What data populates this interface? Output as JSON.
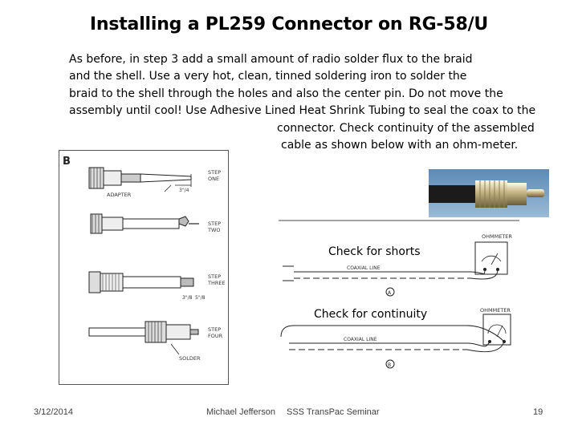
{
  "slide": {
    "title": "Installing a PL259 Connector on RG-58/U",
    "body_lines": [
      "As before, in step 3 add a small amount of radio solder flux to the braid",
      "and the shell. Use a very hot, clean, tinned soldering iron to solder the",
      "braid to the shell through the holes and also the center pin. Do not move the",
      "assembly until cool!  Use Adhesive Lined Heat Shrink Tubing to seal the coax to the",
      "connector.  Check continuity of the assembled",
      "cable as shown below with an ohm-meter."
    ],
    "caption_shorts": "Check for shorts",
    "caption_continuity": "Check for continuity"
  },
  "figure_b": {
    "label": "B",
    "steps": [
      {
        "line1": "STEP",
        "line2": "ONE"
      },
      {
        "line1": "STEP",
        "line2": "TWO"
      },
      {
        "line1": "STEP",
        "line2": "THREE"
      },
      {
        "line1": "STEP",
        "line2": "FOUR"
      }
    ],
    "adapter_label": "ADAPTER",
    "dim_step1": "3\"/4",
    "dim_step3_a": "3\"/8",
    "dim_step3_b": "5\"/8",
    "solder_label": "SOLDER"
  },
  "test_figure": {
    "meter_label_1": "OHMMETER",
    "meter_label_2": "OHMMETER",
    "coax_label_1": "COAXIAL LINE",
    "coax_label_2": "COAXIAL LINE",
    "marker_a": "A",
    "marker_b": "B"
  },
  "footer": {
    "date": "3/12/2014",
    "author": "Michael Jefferson",
    "event": "SSS TransPac Seminar",
    "page": "19"
  }
}
